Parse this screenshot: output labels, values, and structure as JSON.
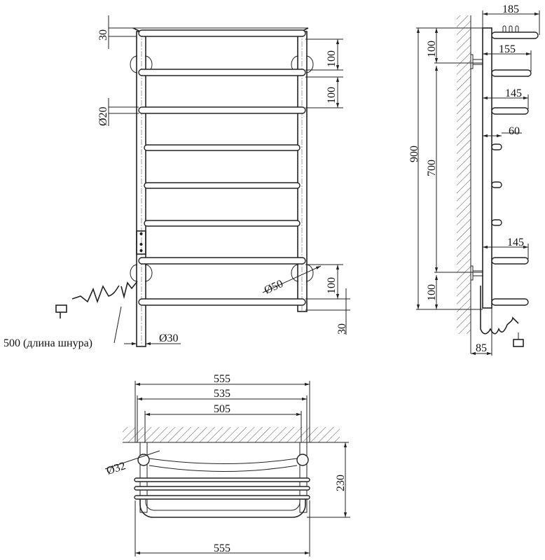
{
  "drawing": {
    "title": "Heated towel rail technical drawing",
    "views": [
      "front",
      "side",
      "top"
    ]
  },
  "front_view": {
    "dimensions": {
      "top_offset": "30",
      "bar_spacing_1": "100",
      "bar_spacing_2": "100",
      "bar_diameter": "Ø20",
      "mount_diameter": "Ø50",
      "bottom_spacing": "100",
      "bottom_offset": "30",
      "post_diameter": "Ø30"
    },
    "cord_label": "500 (длина шнура)",
    "bar_count": 8
  },
  "side_view": {
    "dimensions": {
      "total_height": "900",
      "mount_distance": "700",
      "top_mount_offset": "100",
      "bottom_mount_offset": "100",
      "depth_top": "185",
      "depth_2": "155",
      "depth_3": "145",
      "depth_short": "60",
      "depth_lower": "145",
      "wall_offset": "85"
    }
  },
  "top_view": {
    "dimensions": {
      "outer_width": "555",
      "mid_width": "535",
      "mount_width": "505",
      "bottom_width": "555",
      "mount_diameter": "Ø32",
      "depth": "230"
    }
  }
}
